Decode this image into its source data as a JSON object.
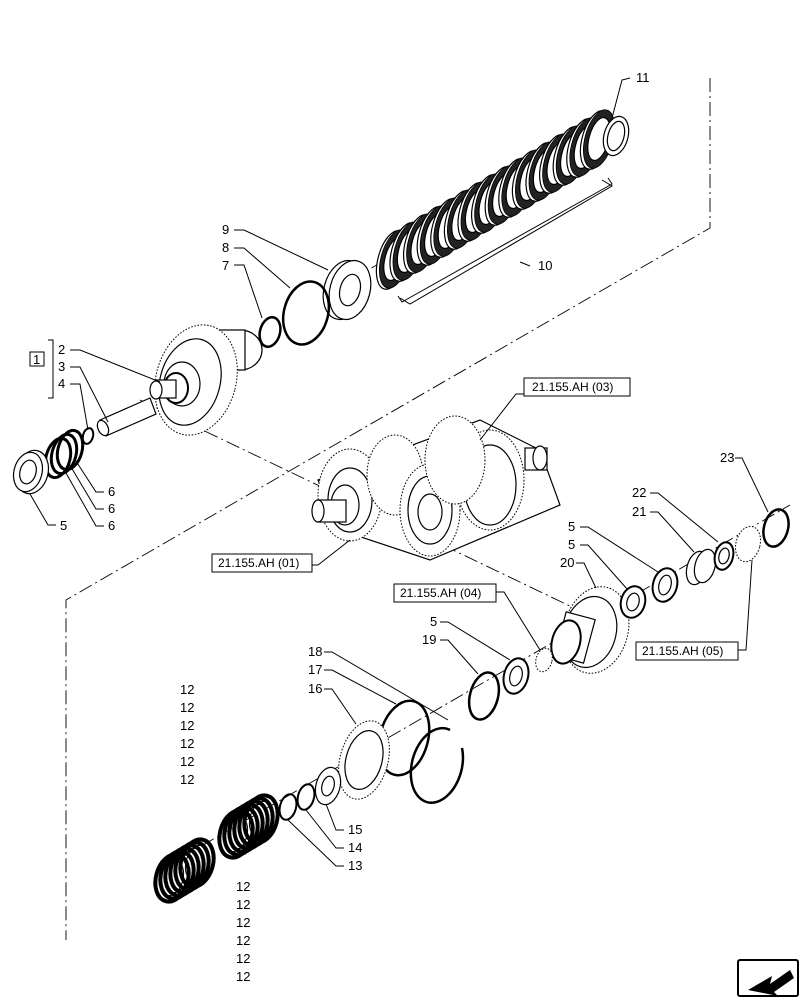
{
  "figure": {
    "callouts": {
      "c11": "11",
      "c10": "10",
      "c9": "9",
      "c8": "8",
      "c7": "7",
      "c2": "2",
      "c3": "3",
      "c4": "4",
      "c5a": "5",
      "c6a": "6",
      "c6b": "6",
      "c6c": "6",
      "c23": "23",
      "c22": "22",
      "c21": "21",
      "c20": "20",
      "c5b": "5",
      "c5c": "5",
      "c5d": "5",
      "c19": "19",
      "c18": "18",
      "c17": "17",
      "c16": "16",
      "c15": "15",
      "c14": "14",
      "c13": "13",
      "c12_l1": "12",
      "c12_l2": "12",
      "c12_l3": "12",
      "c12_l4": "12",
      "c12_l5": "12",
      "c12_l6": "12",
      "c12_r1": "12",
      "c12_r2": "12",
      "c12_r3": "12",
      "c12_r4": "12",
      "c12_r5": "12",
      "c12_r6": "12",
      "kit": "1"
    },
    "references": {
      "r03": "21.155.AH (03)",
      "r01": "21.155.AH (01)",
      "r04": "21.155.AH (04)",
      "r05": "21.155.AH (05)"
    },
    "nav_icon": "next-page-arrow-icon"
  }
}
